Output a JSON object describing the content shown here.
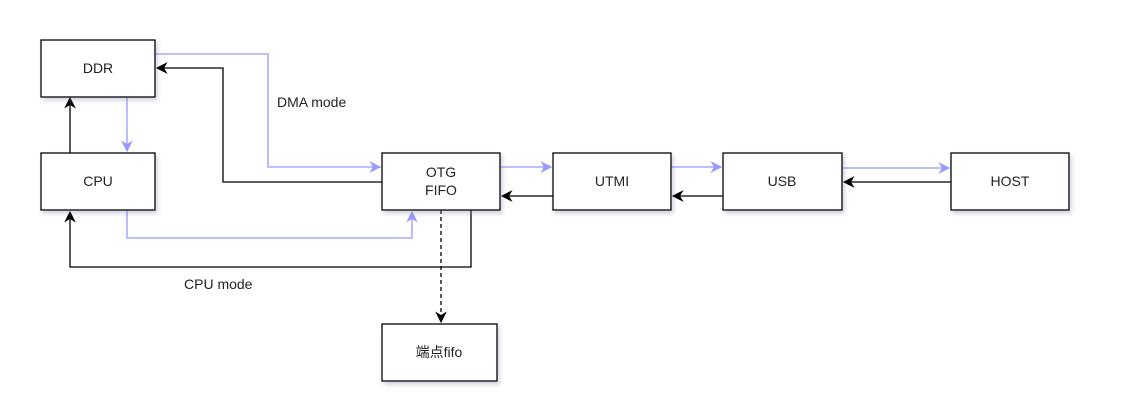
{
  "nodes": {
    "ddr": {
      "label": "DDR"
    },
    "cpu": {
      "label": "CPU"
    },
    "otg": {
      "label_line1": "OTG",
      "label_line2": "FIFO"
    },
    "utmi": {
      "label": "UTMI"
    },
    "usb": {
      "label": "USB"
    },
    "host": {
      "label": "HOST"
    },
    "endpoint_fifo": {
      "label": "端点fifo"
    }
  },
  "edge_labels": {
    "dma_mode": "DMA mode",
    "cpu_mode": "CPU mode"
  },
  "colors": {
    "dma_path": "#9999ff",
    "cpu_path": "#000000"
  }
}
